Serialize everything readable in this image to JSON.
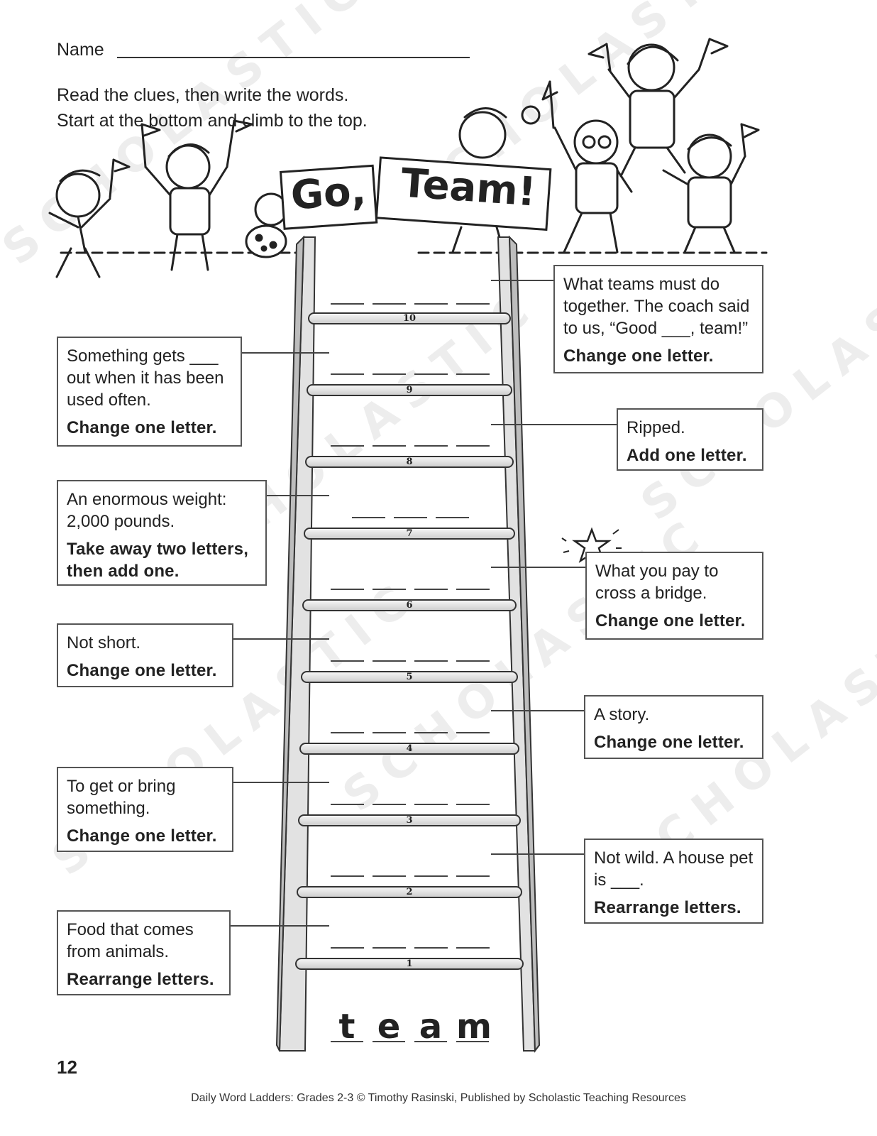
{
  "header": {
    "name_label": "Name",
    "instructions_line1": "Read the clues, then write the words.",
    "instructions_line2": "Start at the bottom and climb to the top."
  },
  "banner": {
    "sign_left": "Go,",
    "sign_right": "Team!"
  },
  "rungs": [
    "1",
    "2",
    "3",
    "4",
    "5",
    "6",
    "7",
    "8",
    "9",
    "10"
  ],
  "start_word": [
    "t",
    "e",
    "a",
    "m"
  ],
  "clues": {
    "c10": {
      "text_line1": "What teams must do",
      "text_line2": "together. The coach said",
      "text_line3": "to us, “Good ___, team!”",
      "rule": "Change one letter."
    },
    "c9": {
      "text_line1": "Something gets ___",
      "text_line2": "out when it has been",
      "text_line3": "used often.",
      "rule": "Change one letter."
    },
    "c8": {
      "text_line1": "Ripped.",
      "rule": "Add one letter."
    },
    "c7": {
      "text_line1": "An enormous weight:",
      "text_line2": "2,000 pounds.",
      "rule_line1": "Take away two letters,",
      "rule_line2": "then add one."
    },
    "c6": {
      "text_line1": "What you pay to",
      "text_line2": "cross a bridge.",
      "rule": "Change one letter."
    },
    "c5": {
      "text_line1": "Not short.",
      "rule": "Change one letter."
    },
    "c4": {
      "text_line1": "A story.",
      "rule": "Change one letter."
    },
    "c3": {
      "text_line1": "To get or bring",
      "text_line2": "something.",
      "rule": "Change one letter."
    },
    "c2": {
      "text_line1": "Not wild. A house pet",
      "text_line2": "is ___.",
      "rule": "Rearrange letters."
    },
    "c1": {
      "text_line1": "Food that comes",
      "text_line2": "from animals.",
      "rule": "Rearrange letters."
    }
  },
  "page_number": "12",
  "footer": "Daily Word Ladders: Grades 2-3 © Timothy Rasinski, Published by Scholastic Teaching Resources",
  "watermark": "SCHOLASTIC"
}
